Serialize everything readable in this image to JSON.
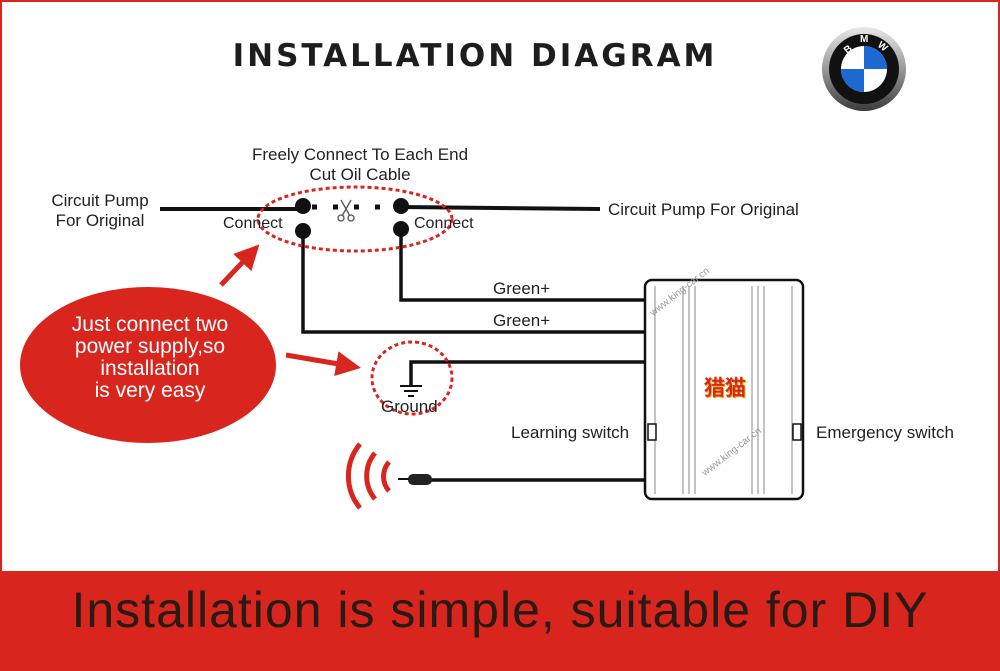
{
  "title": "INSTALLATION DIAGRAM",
  "logo": {
    "lettering": "BMW",
    "colors": [
      "#1c69d4",
      "#ffffff",
      "#111111"
    ]
  },
  "top_note": {
    "line1": "Freely Connect To Each End",
    "line2": "Cut Oil Cable"
  },
  "left_pump": {
    "line1": "Circuit Pump",
    "line2": "For Original"
  },
  "right_pump": "Circuit Pump For Original",
  "connect_left": "Connect",
  "connect_right": "Connect",
  "wire_1": "Green+",
  "wire_2": "Green+",
  "ground": "Ground",
  "learning_switch": "Learning switch",
  "emergency_switch": "Emergency switch",
  "bubble": {
    "line1": "Just connect two",
    "line2": "power supply,so",
    "line3": "installation",
    "line4": "is very easy"
  },
  "device_brand": "猎猫",
  "watermark": "www.king-car.cn",
  "banner": "Installation is simple, suitable for DIY",
  "accent_color": "#d8261f"
}
